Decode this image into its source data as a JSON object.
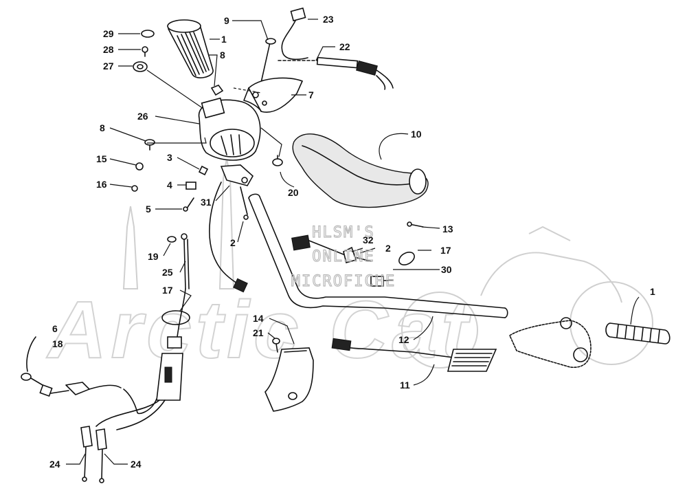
{
  "watermark": {
    "lines": [
      "HLSM'S",
      "ONLINE",
      "MICROFICHE"
    ],
    "brand": "Arctic Cat"
  },
  "callouts": [
    {
      "id": "29",
      "label": "29"
    },
    {
      "id": "28",
      "label": "28"
    },
    {
      "id": "27",
      "label": "27"
    },
    {
      "id": "1a",
      "label": "1"
    },
    {
      "id": "8a",
      "label": "8"
    },
    {
      "id": "9",
      "label": "9"
    },
    {
      "id": "23",
      "label": "23"
    },
    {
      "id": "22",
      "label": "22"
    },
    {
      "id": "7",
      "label": "7"
    },
    {
      "id": "26",
      "label": "26"
    },
    {
      "id": "8b",
      "label": "8"
    },
    {
      "id": "15",
      "label": "15"
    },
    {
      "id": "3",
      "label": "3"
    },
    {
      "id": "16",
      "label": "16"
    },
    {
      "id": "4",
      "label": "4"
    },
    {
      "id": "5",
      "label": "5"
    },
    {
      "id": "31",
      "label": "31"
    },
    {
      "id": "20",
      "label": "20"
    },
    {
      "id": "10",
      "label": "10"
    },
    {
      "id": "13",
      "label": "13"
    },
    {
      "id": "2a",
      "label": "2"
    },
    {
      "id": "32",
      "label": "32"
    },
    {
      "id": "2b",
      "label": "2"
    },
    {
      "id": "17a",
      "label": "17"
    },
    {
      "id": "19",
      "label": "19"
    },
    {
      "id": "25",
      "label": "25"
    },
    {
      "id": "17b",
      "label": "17"
    },
    {
      "id": "30",
      "label": "30"
    },
    {
      "id": "1b",
      "label": "1"
    },
    {
      "id": "14",
      "label": "14"
    },
    {
      "id": "21",
      "label": "21"
    },
    {
      "id": "12",
      "label": "12"
    },
    {
      "id": "6",
      "label": "6"
    },
    {
      "id": "18",
      "label": "18"
    },
    {
      "id": "11",
      "label": "11"
    },
    {
      "id": "24a",
      "label": "24"
    },
    {
      "id": "24b",
      "label": "24"
    }
  ]
}
